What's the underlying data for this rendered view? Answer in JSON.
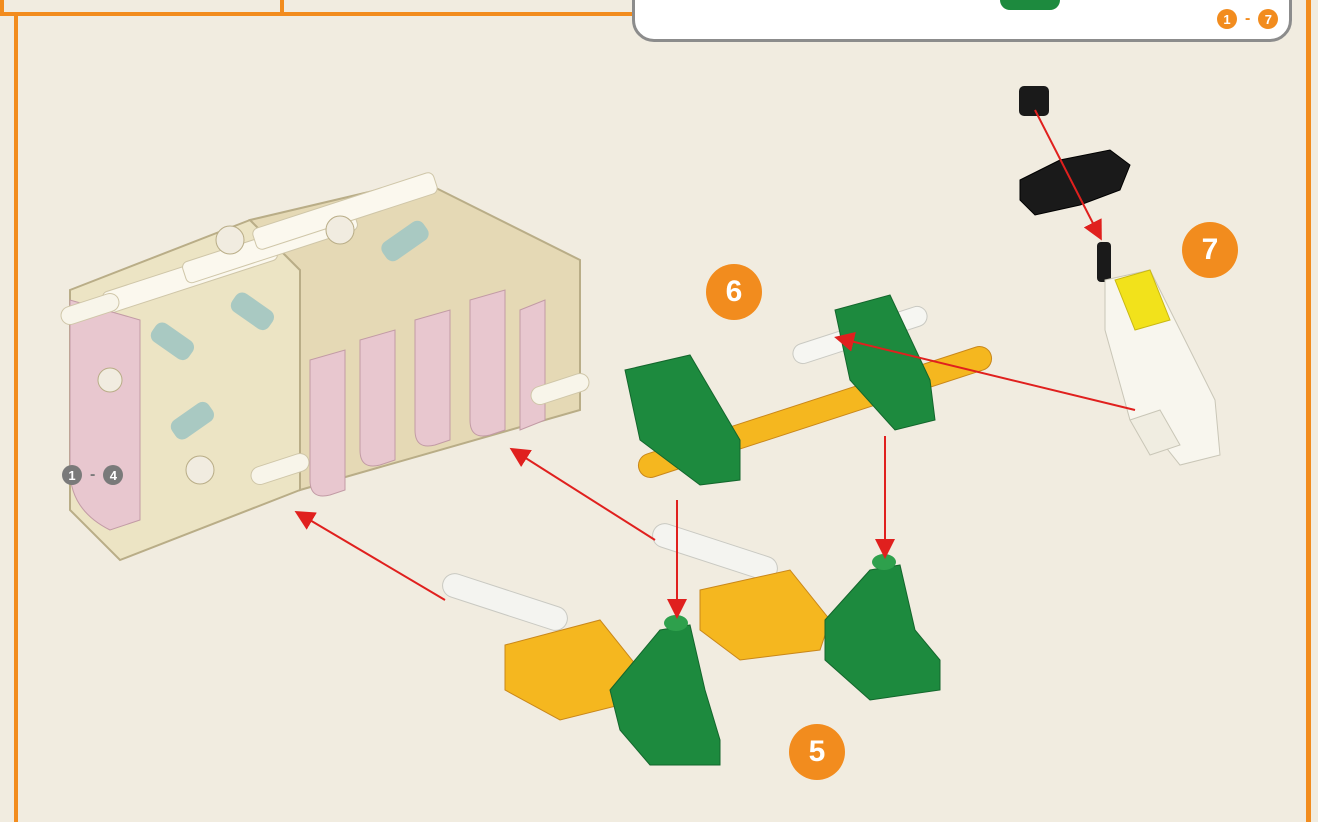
{
  "header": {
    "range_start": "1",
    "range_end": "7",
    "range_separator": "-"
  },
  "prior_steps": {
    "start": "1",
    "end": "4",
    "separator": "-"
  },
  "steps": [
    {
      "number": "5"
    },
    {
      "number": "6"
    },
    {
      "number": "7"
    }
  ],
  "colors": {
    "accent_orange": "#f28c1e",
    "arrow_red": "#e0201e",
    "part_green": "#1d8a3e",
    "part_yellow": "#f5b71f",
    "part_pink": "#e8c7cf",
    "part_cream": "#ece4c4",
    "part_black": "#1a1a1a",
    "background": "#f1ece0"
  }
}
